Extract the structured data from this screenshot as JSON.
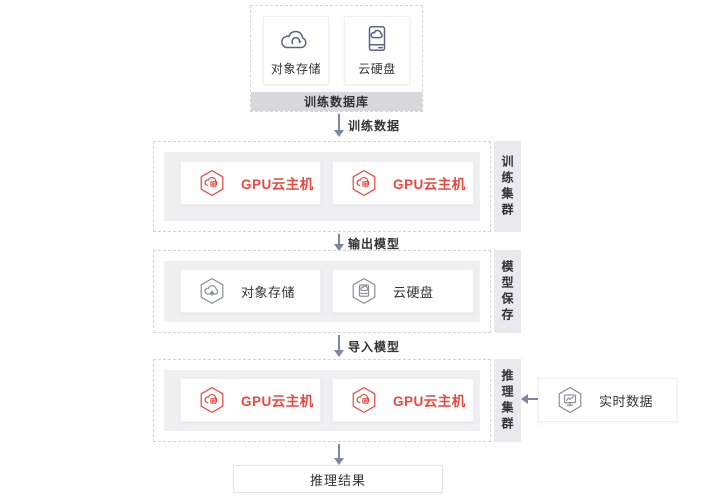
{
  "training_db": {
    "title": "训练数据库",
    "items": [
      {
        "label": "对象存储"
      },
      {
        "label": "云硬盘"
      }
    ]
  },
  "flow": {
    "training_data": "训练数据",
    "output_model": "输出模型",
    "import_model": "导入模型"
  },
  "training_cluster": {
    "tab": "训练集群",
    "nodes": [
      {
        "label": "GPU云主机"
      },
      {
        "label": "GPU云主机"
      }
    ]
  },
  "model_save": {
    "tab": "模型保存",
    "nodes": [
      {
        "label": "对象存储"
      },
      {
        "label": "云硬盘"
      }
    ]
  },
  "inference_cluster": {
    "tab": "推理集群",
    "nodes": [
      {
        "label": "GPU云主机"
      },
      {
        "label": "GPU云主机"
      }
    ]
  },
  "realtime": {
    "label": "实时数据"
  },
  "result": {
    "label": "推理结果"
  },
  "colors": {
    "accent_red": "#e5493f",
    "icon_slate": "#5b6582",
    "icon_gray": "#8b9097",
    "arrow": "#7b87a3"
  }
}
